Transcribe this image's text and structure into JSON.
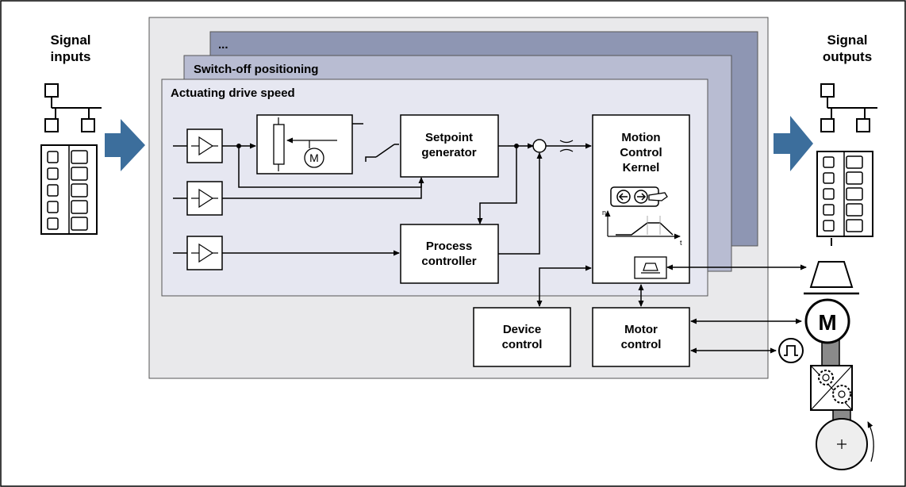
{
  "signal_inputs": {
    "line1": "Signal",
    "line2": "inputs"
  },
  "signal_outputs": {
    "line1": "Signal",
    "line2": "outputs"
  },
  "layers": {
    "back": "...",
    "middle": "Switch-off positioning",
    "front": "Actuating drive speed"
  },
  "blocks": {
    "setpoint_generator": {
      "line1": "Setpoint",
      "line2": "generator"
    },
    "process_controller": {
      "line1": "Process",
      "line2": "controller"
    },
    "motion_control_kernel": {
      "line1": "Motion",
      "line2": "Control",
      "line3": "Kernel"
    },
    "device_control": {
      "line1": "Device",
      "line2": "control"
    },
    "motor_control": {
      "line1": "Motor",
      "line2": "control"
    }
  },
  "symbols": {
    "motor_small": "M",
    "motor_large": "M",
    "mini_chart_y": "n",
    "mini_chart_x": "t"
  },
  "colors": {
    "outer_panel": "#e9e9eb",
    "layer_back": "#8e96b3",
    "layer_middle": "#b8bcd2",
    "layer_front": "#e6e7f1",
    "arrow_blue": "#3c6e9c",
    "shaft_gray": "#8a8a8a"
  }
}
